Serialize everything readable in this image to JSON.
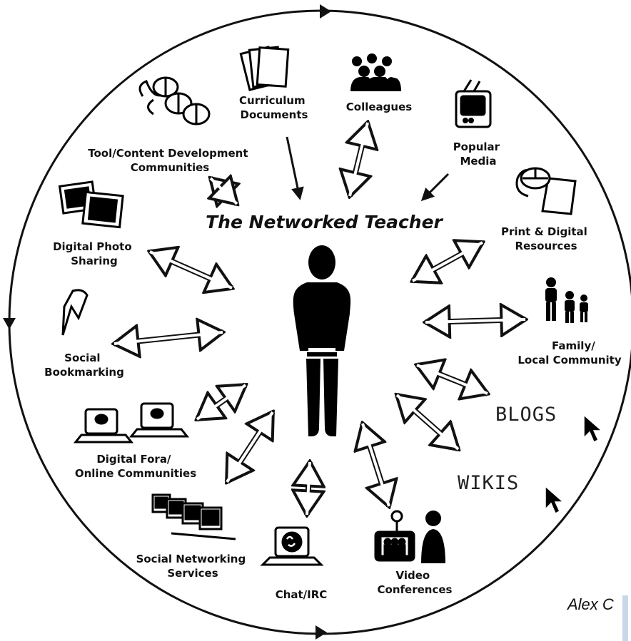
{
  "diagram": {
    "title": "The Networked Teacher",
    "credit": "Alex C",
    "nodes": [
      {
        "id": "curriculum",
        "lines": [
          "Curriculum",
          "Documents"
        ],
        "icon": "documents-icon",
        "arrow": "inward"
      },
      {
        "id": "colleagues",
        "lines": [
          "Colleagues"
        ],
        "icon": "people-group-icon",
        "arrow": "both"
      },
      {
        "id": "popular-media",
        "lines": [
          "Popular",
          "Media"
        ],
        "icon": "television-icon",
        "arrow": "inward"
      },
      {
        "id": "tool-content",
        "lines": [
          "Tool/Content Development",
          "Communities"
        ],
        "icon": "thought-bubbles-icon",
        "arrow": "both"
      },
      {
        "id": "print-digital",
        "lines": [
          "Print & Digital",
          "Resources"
        ],
        "icon": "computer-mouse-icon",
        "arrow": "both"
      },
      {
        "id": "photo-sharing",
        "lines": [
          "Digital Photo",
          "Sharing"
        ],
        "icon": "photos-icon",
        "arrow": "both"
      },
      {
        "id": "family",
        "lines": [
          "Family/",
          "Local Community"
        ],
        "icon": "family-icon",
        "arrow": "both"
      },
      {
        "id": "bookmarking",
        "lines": [
          "Social",
          "Bookmarking"
        ],
        "icon": "bookmark-icon",
        "arrow": "both"
      },
      {
        "id": "blogs",
        "lines": [
          "BLOGS"
        ],
        "icon": "cursor-icon",
        "arrow": "both"
      },
      {
        "id": "fora",
        "lines": [
          "Digital Fora/",
          "Online Communities"
        ],
        "icon": "laptops-chat-icon",
        "arrow": "both"
      },
      {
        "id": "wikis",
        "lines": [
          "WIKIS"
        ],
        "icon": "cursor-icon",
        "arrow": "both"
      },
      {
        "id": "social-networking",
        "lines": [
          "Social Networking",
          "Services"
        ],
        "icon": "monitors-row-icon",
        "arrow": "both"
      },
      {
        "id": "chat",
        "lines": [
          "Chat/IRC"
        ],
        "icon": "chat-laptop-icon",
        "arrow": "both"
      },
      {
        "id": "video",
        "lines": [
          "Video",
          "Conferences"
        ],
        "icon": "video-conference-icon",
        "arrow": "both"
      }
    ]
  }
}
